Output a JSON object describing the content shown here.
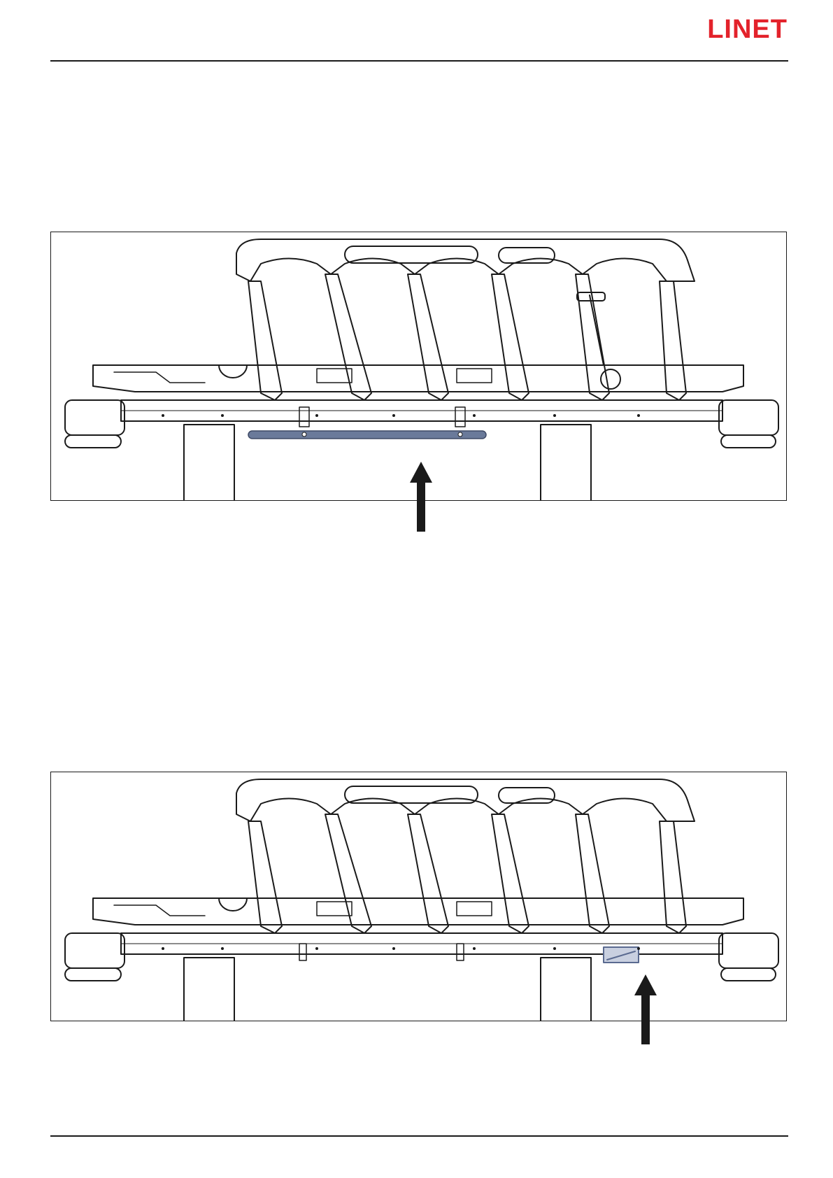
{
  "header": {
    "brand": "LINET"
  },
  "colors": {
    "brand": "#e3222b",
    "line": "#1a1a1a",
    "highlight_rail": "#6a7a9a",
    "highlight_part": "#5a6a90"
  },
  "figures": [
    {
      "id": "figure-1",
      "highlighted_part": "lower-side-rail-bar"
    },
    {
      "id": "figure-2",
      "highlighted_part": "foot-end-holder"
    }
  ]
}
